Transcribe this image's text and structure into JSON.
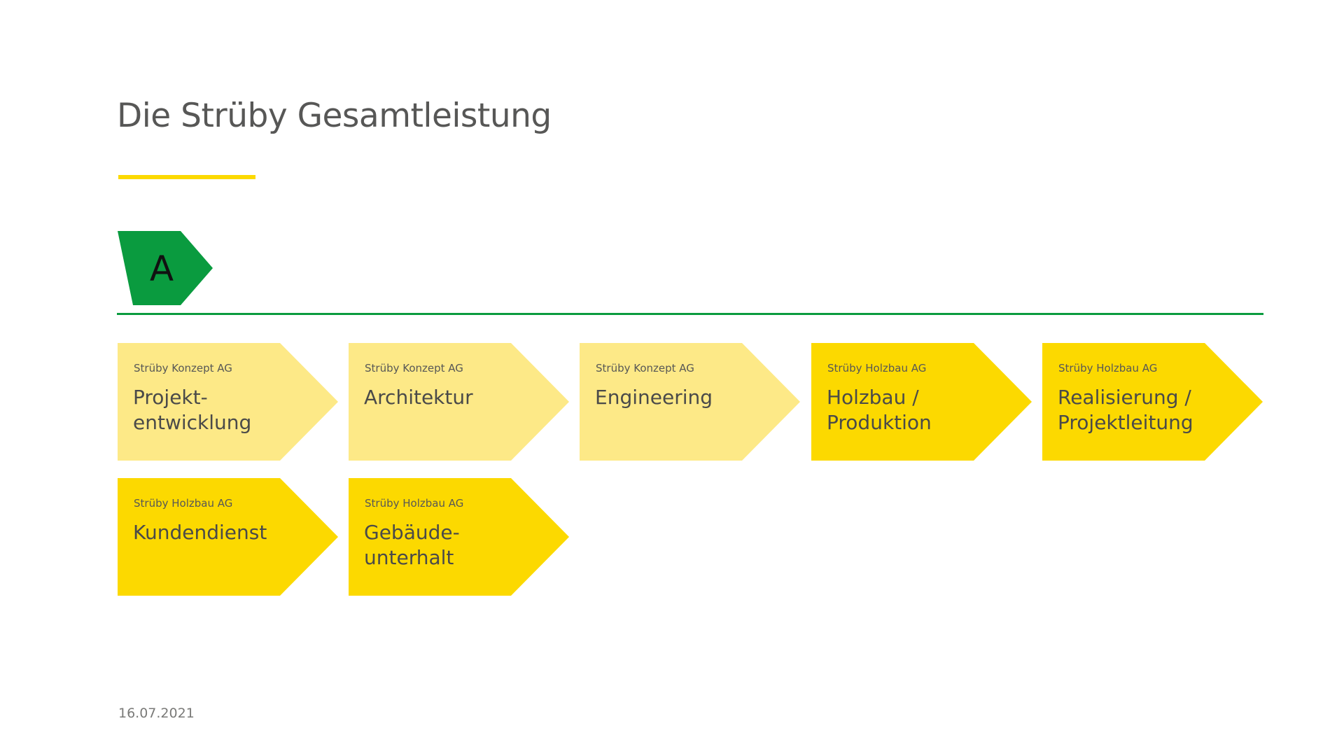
{
  "title": "Die Strüby Gesamtleistung",
  "badge": {
    "letter": "A",
    "color": "#0a9b3f"
  },
  "colors": {
    "accent_yellow": "#fcd900",
    "light_yellow": "#fde987",
    "green": "#0a9b3f",
    "text_dark": "#4a4a49"
  },
  "steps": [
    {
      "company": "Strüby Konzept AG",
      "label": "Projekt-\nentwicklung",
      "shade": "light"
    },
    {
      "company": "Strüby Konzept AG",
      "label": "Architektur",
      "shade": "light"
    },
    {
      "company": "Strüby Konzept AG",
      "label": "Engineering",
      "shade": "light"
    },
    {
      "company": "Strüby Holzbau AG",
      "label": "Holzbau /\nProduktion",
      "shade": "strong"
    },
    {
      "company": "Strüby Holzbau AG",
      "label": "Realisierung /\nProjektleitung",
      "shade": "strong"
    },
    {
      "company": "Strüby Holzbau AG",
      "label": "Kundendienst",
      "shade": "strong"
    },
    {
      "company": "Strüby Holzbau AG",
      "label": "Gebäude-\nunterhalt",
      "shade": "strong"
    }
  ],
  "footer": {
    "date": "16.07.2021"
  }
}
